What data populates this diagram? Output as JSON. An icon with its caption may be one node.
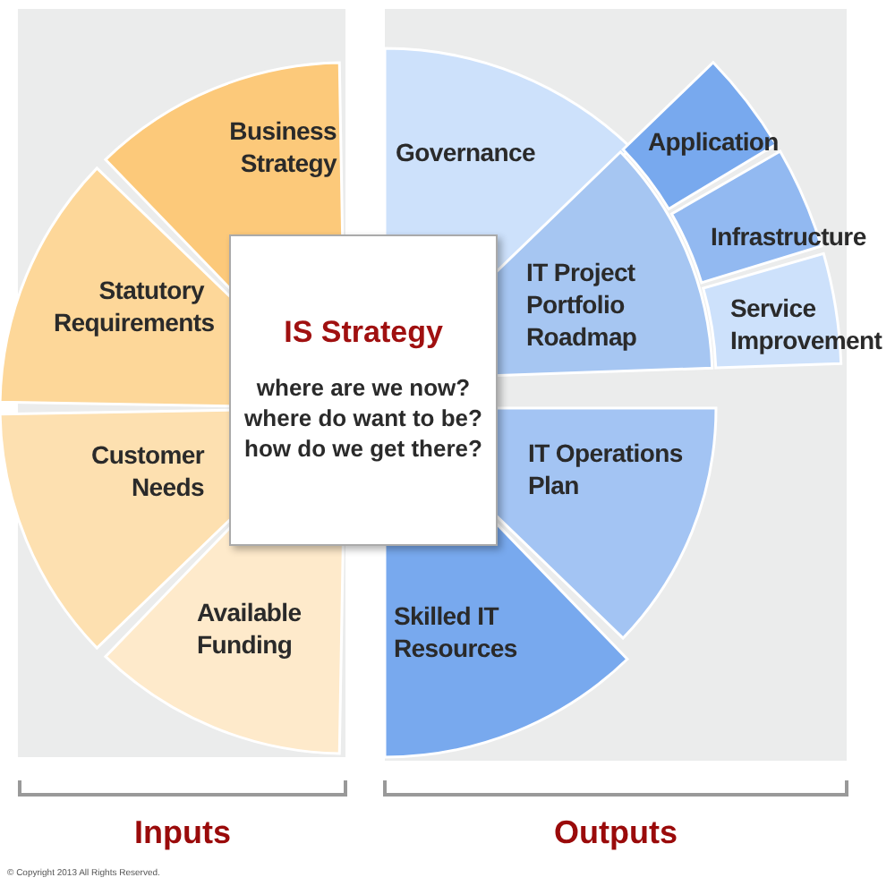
{
  "diagram": {
    "nodes": [
      {
        "text": [
          "IS Strategy",
          "where are we now? where do want to be? how do we get there?"
        ]
      },
      {
        "text": [
          "Business Strategy"
        ]
      },
      {
        "text": [
          "Statutory Requirements"
        ]
      },
      {
        "text": [
          "Customer Needs"
        ]
      },
      {
        "text": [
          "Available Funding"
        ]
      },
      {
        "text": [
          "Governance"
        ]
      },
      {
        "text": [
          "IT Project Portfolio Roadmap"
        ]
      },
      {
        "text": [
          "Application"
        ]
      },
      {
        "text": [
          "Infrastructure"
        ]
      },
      {
        "text": [
          "Service Improvement"
        ]
      },
      {
        "text": [
          "IT Operations Plan"
        ]
      },
      {
        "text": [
          "Skilled IT Resources"
        ]
      }
    ],
    "edges": [],
    "labels": [
      "Inputs",
      "Outputs",
      "© Copyright 2013 All Rights Reserved."
    ]
  }
}
